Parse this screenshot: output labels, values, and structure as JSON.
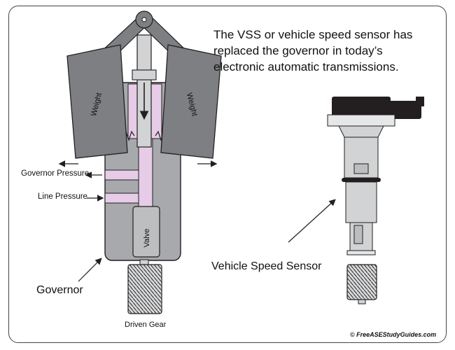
{
  "headline": [
    "The VSS or vehicle speed sensor has",
    "replaced the governor in today’s",
    "electronic automatic transmissions."
  ],
  "labels": {
    "governor_pressure": "Governor Pressure",
    "line_pressure": "Line Pressure",
    "governor": "Governor",
    "vehicle_speed_sensor": "Vehicle Speed Sensor",
    "driven_gear": "Driven Gear",
    "weight_left": "Weight",
    "weight_right": "Weight",
    "valve": "Valve",
    "copyright": "© FreeASEStudyGuides.com"
  },
  "colors": {
    "housing_gray": "#a7a9ac",
    "weight_gray": "#7d7f82",
    "valve_gray": "#bcbec0",
    "passage_pink": "#e6cce6",
    "connector_black": "#231f20",
    "outline": "#231f20"
  }
}
